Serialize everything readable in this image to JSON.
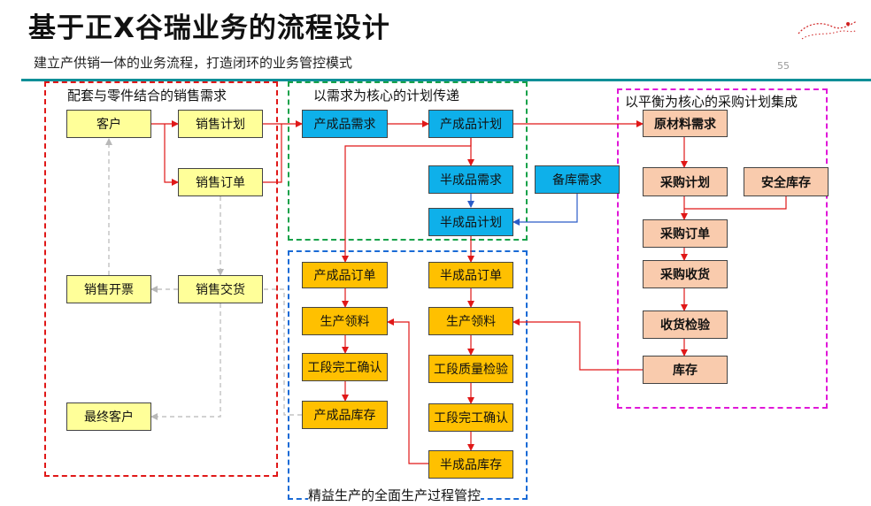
{
  "header": {
    "title": "基于正X谷瑞业务的流程设计",
    "subtitle": "建立产供销一体的业务流程，打造闭环的业务管控模式",
    "page_number": "55"
  },
  "regions": {
    "sales": "配套与零件结合的销售需求",
    "plan": "以需求为核心的计划传递",
    "production": "精益生产的全面生产过程管控",
    "purchase": "以平衡为核心的采购计划集成"
  },
  "nodes": {
    "customer": "客户",
    "sales_plan": "销售计划",
    "sales_order": "销售订单",
    "sales_invoice": "销售开票",
    "sales_delivery": "销售交货",
    "end_customer": "最终客户",
    "fg_demand": "产成品需求",
    "fg_plan": "产成品计划",
    "sfg_demand": "半成品需求",
    "sfg_plan": "半成品计划",
    "stock_demand": "备库需求",
    "fg_order": "产成品订单",
    "fg_pick": "生产领料",
    "fg_stage_confirm": "工段完工确认",
    "fg_stock": "产成品库存",
    "sfg_order": "半成品订单",
    "sfg_pick": "生产领料",
    "sfg_quality": "工段质量检验",
    "sfg_stage_confirm": "工段完工确认",
    "sfg_stock": "半成品库存",
    "rm_demand": "原材料需求",
    "purchase_plan": "采购计划",
    "safety_stock": "安全库存",
    "purchase_order": "采购订单",
    "purchase_receipt": "采购收货",
    "receipt_inspection": "收货检验",
    "inventory": "库存"
  },
  "colors": {
    "sales_box": "#ffff99",
    "plan_box": "#0eb0ea",
    "production_box": "#ffc000",
    "purchase_box": "#f9cbad",
    "flow_arrow": "#e01818",
    "return_arrow": "#b8b8b8",
    "link_arrow": "#2b5cc8",
    "divider": "#0f8f98"
  }
}
